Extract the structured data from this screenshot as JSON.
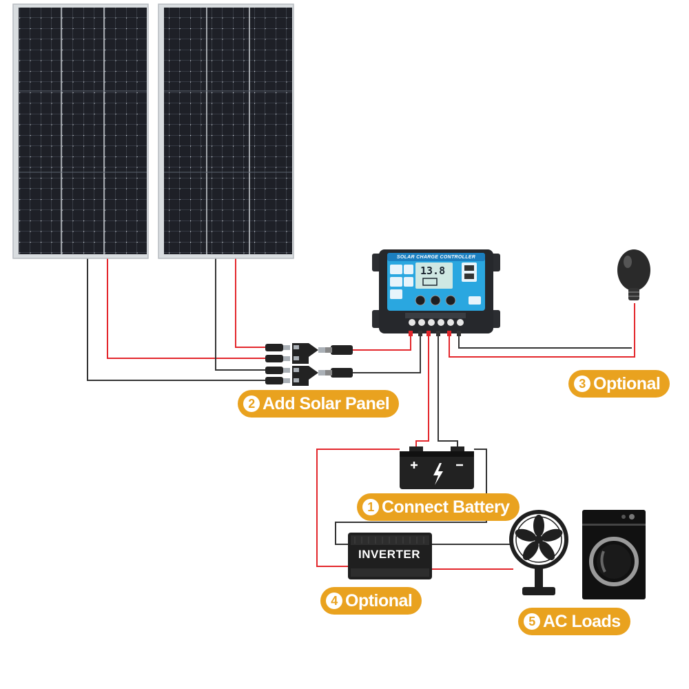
{
  "controller": {
    "title": "SOLAR CHARGE CONTROLLER",
    "display_value": "13.8"
  },
  "inverter": {
    "label": "INVERTER"
  },
  "labels": {
    "connect_battery": {
      "number": "1",
      "text": "Connect Battery"
    },
    "add_solar_panel": {
      "number": "2",
      "text": "Add Solar Panel"
    },
    "optional_light": {
      "number": "3",
      "text": "Optional"
    },
    "optional_inverter": {
      "number": "4",
      "text": "Optional"
    },
    "ac_loads": {
      "number": "5",
      "text": "AC Loads"
    }
  },
  "colors": {
    "label_bg": "#e9a21f",
    "wire_positive": "#e3262b",
    "wire_negative": "#333333",
    "panel_frame": "#d9dde0",
    "panel_cell": "#1e2027",
    "controller_face": "#2aa7e0"
  },
  "icons": [
    "solar-panel-icon",
    "charge-controller-icon",
    "light-bulb-icon",
    "battery-icon",
    "inverter-icon",
    "fan-icon",
    "washing-machine-icon",
    "mc4-connector-icon"
  ]
}
